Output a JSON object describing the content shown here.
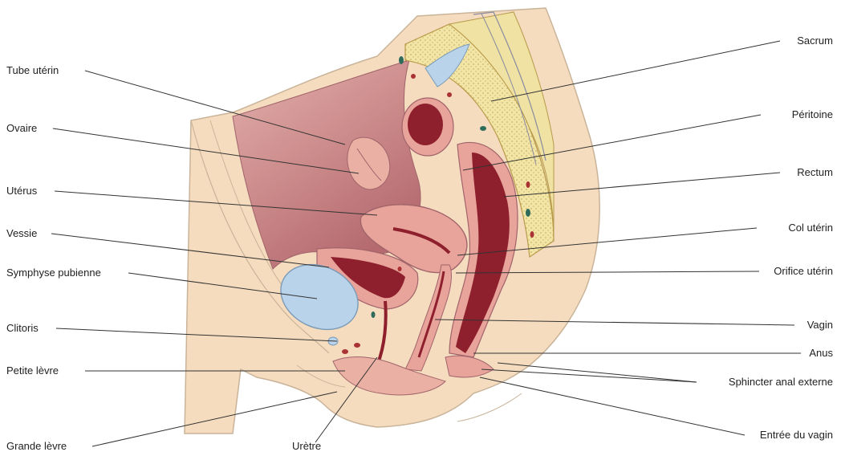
{
  "labels": {
    "tube_uterin": "Tube utérin",
    "ovaire": "Ovaire",
    "uterus": "Utérus",
    "vessie": "Vessie",
    "symphyse_pubienne": "Symphyse pubienne",
    "clitoris": "Clitoris",
    "petite_levre": "Petite lèvre",
    "grande_levre": "Grande lèvre",
    "uretre": "Urètre",
    "sacrum": "Sacrum",
    "peritoine": "Péritoine",
    "rectum": "Rectum",
    "col_uterin": "Col utérin",
    "orifice_uterin": "Orifice utérin",
    "vagin": "Vagin",
    "anus": "Anus",
    "sphincter_anal_externe": "Sphincter anal externe",
    "entree_du_vagin": "Entrée du vagin"
  },
  "colors": {
    "skin": "#f6dcbf",
    "body_outline": "#c9b49a",
    "cavity": "#c98a8a",
    "organ_pink": "#e8a39b",
    "organ_dark": "#8e1f2c",
    "bladder": "#b9d3ea",
    "bone": "#efe2a3",
    "leader_line": "#333333"
  }
}
